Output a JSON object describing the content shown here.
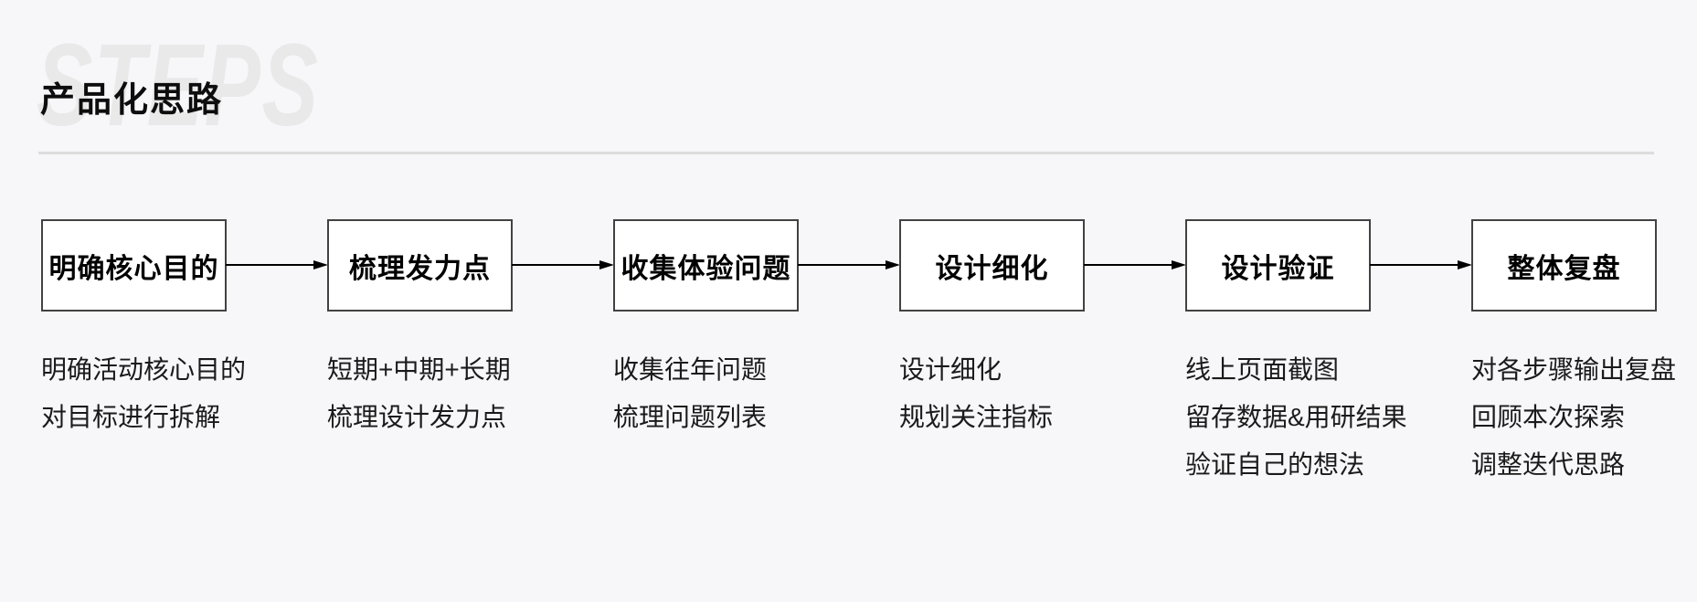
{
  "page": {
    "watermark": "STEPS",
    "title": "产品化思路"
  },
  "colors": {
    "background": "#f7f7fa",
    "watermark": "#e9e9e9",
    "title_text": "#0d0d0d",
    "divider": "#dcdcdc",
    "box_border": "#424242",
    "box_fill": "#ffffff",
    "box_text": "#000000",
    "note_text": "#1a1a1a",
    "arrow": "#000000"
  },
  "flow": {
    "steps": [
      {
        "label": "明确核心目的",
        "notes": [
          "明确活动核心目的",
          "对目标进行拆解"
        ]
      },
      {
        "label": "梳理发力点",
        "notes": [
          "短期+中期+长期",
          "梳理设计发力点"
        ]
      },
      {
        "label": "收集体验问题",
        "notes": [
          "收集往年问题",
          "梳理问题列表"
        ]
      },
      {
        "label": "设计细化",
        "notes": [
          "设计细化",
          "规划关注指标"
        ]
      },
      {
        "label": "设计验证",
        "notes": [
          "线上页面截图",
          "留存数据&用研结果",
          "验证自己的想法"
        ]
      },
      {
        "label": "整体复盘",
        "notes": [
          "对各步骤输出复盘",
          "回顾本次探索",
          "调整迭代思路"
        ]
      }
    ]
  }
}
